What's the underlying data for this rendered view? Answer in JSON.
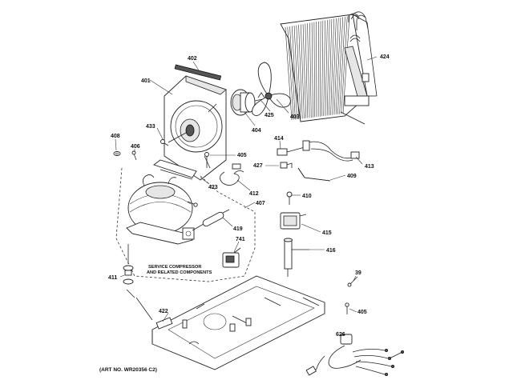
{
  "callouts": {
    "c401": "401",
    "c402": "402",
    "c424": "424",
    "c433": "433",
    "c406": "406",
    "c408": "408",
    "c404": "404",
    "c425": "425",
    "c403": "403",
    "c405a": "405",
    "c414": "414",
    "c413": "413",
    "c427": "427",
    "c409": "409",
    "c423": "423",
    "c412": "412",
    "c410": "410",
    "c407": "407",
    "c419": "419",
    "c415": "415",
    "c741": "741",
    "c416": "416",
    "c411": "411",
    "c39": "39",
    "c422": "422",
    "c405b": "405",
    "c626": "626"
  },
  "notes": {
    "service_line1": "SERVICE COMPRESSOR",
    "service_line2": "AND RELATED COMPONENTS",
    "art_number": "(ART NO. WR20356 C2)"
  }
}
